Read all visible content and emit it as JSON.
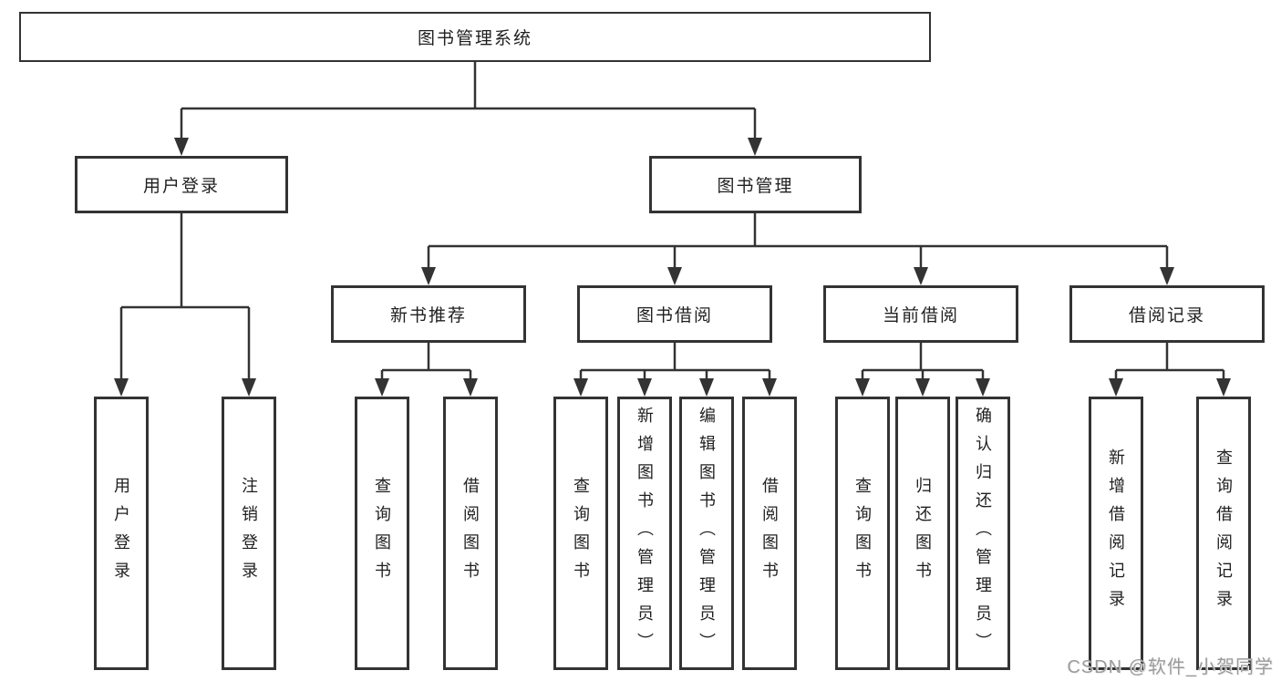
{
  "diagram": {
    "root": "图书管理系统",
    "branches": [
      {
        "label": "用户登录",
        "children": [
          "用户登录",
          "注销登录"
        ]
      },
      {
        "label": "图书管理",
        "groups": [
          {
            "label": "新书推荐",
            "children": [
              "查询图书",
              "借阅图书"
            ]
          },
          {
            "label": "图书借阅",
            "children": [
              "查询图书",
              "新增图书（管理员）",
              "编辑图书（管理员）",
              "借阅图书"
            ]
          },
          {
            "label": "当前借阅",
            "children": [
              "查询图书",
              "归还图书",
              "确认归还（管理员）"
            ]
          },
          {
            "label": "借阅记录",
            "children": [
              "新增借阅记录",
              "查询借阅记录"
            ]
          }
        ]
      }
    ]
  },
  "watermark": {
    "text": "CSDN @软件_小贺同学"
  },
  "colors": {
    "line": "#333333",
    "text": "#1f1f1f",
    "background": "#ffffff",
    "watermark": "#9b9b9b"
  }
}
